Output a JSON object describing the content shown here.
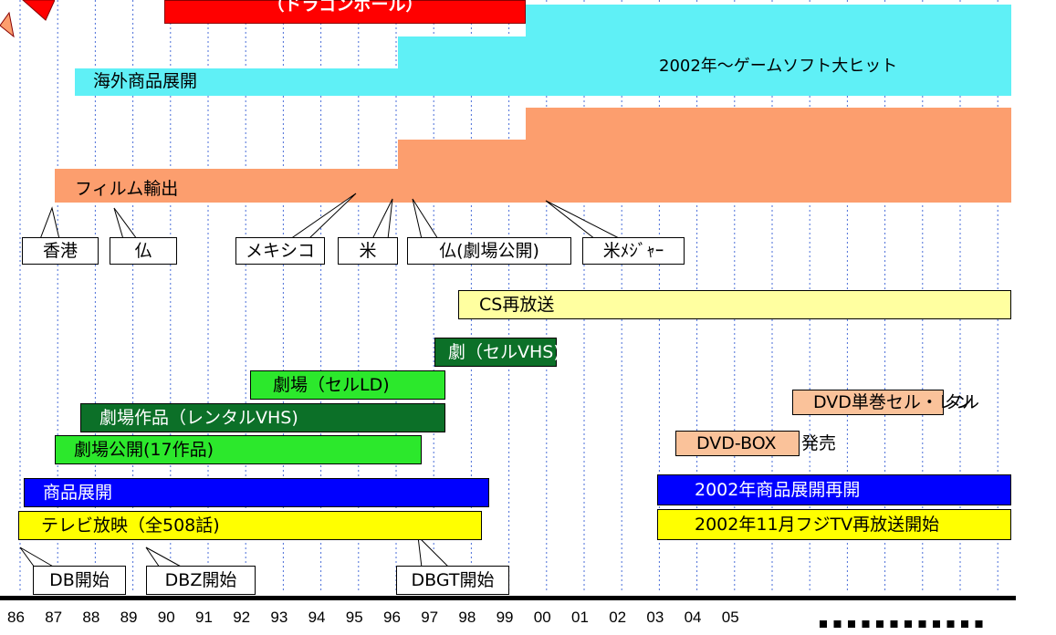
{
  "colors": {
    "cyan": "#5ff0f6",
    "salmon": "#fc9e6e",
    "lightyellow": "#ffffa0",
    "green": "#2ce82c",
    "darkgreen": "#0c7028",
    "blue": "#0000ff",
    "yellow": "#ffff00",
    "peach": "#fac29a",
    "red": "#ff0000"
  },
  "top_banner": {
    "label": "（ドラゴンボール）"
  },
  "bands": {
    "overseas_goods": "海外商品展開",
    "game_hit": "2002年～ゲームソフト大ヒット",
    "film_export": "フィルム輸出"
  },
  "callouts": {
    "hongkong": "香港",
    "france": "仏",
    "mexico": "メキシコ",
    "usa": "米",
    "france_theater": "仏(劇場公開)",
    "usa_major": "米ﾒｼﾞｬｰ",
    "db_start": "DB開始",
    "dbz_start": "DBZ開始",
    "dbgt_start": "DBGT開始"
  },
  "bars": {
    "cs_rebroadcast": "CS再放送",
    "theater_sell_vhs": "劇（セルVHS)",
    "theater_sell_ld": "劇場（セルLD)",
    "theater_rental_vhs": "劇場作品（レンタルVHS)",
    "theater_release": "劇場公開(17作品)",
    "merchandise": "商品展開",
    "tv_broadcast": "テレビ放映（全508話)",
    "merchandise_resume": "2002年商品展開再開",
    "fuji_rebroadcast": "2002年11月フジTV再放送開始"
  },
  "dvd": {
    "single_label": "DVD単巻セル・レン",
    "single_suffix": "タル",
    "box_label": "DVD-BOX",
    "box_suffix": "発売"
  },
  "axis": {
    "ticks": [
      "86",
      "87",
      "88",
      "89",
      "90",
      "91",
      "92",
      "93",
      "94",
      "95",
      "96",
      "97",
      "98",
      "99",
      "00",
      "01",
      "02",
      "03",
      "04",
      "05"
    ]
  }
}
